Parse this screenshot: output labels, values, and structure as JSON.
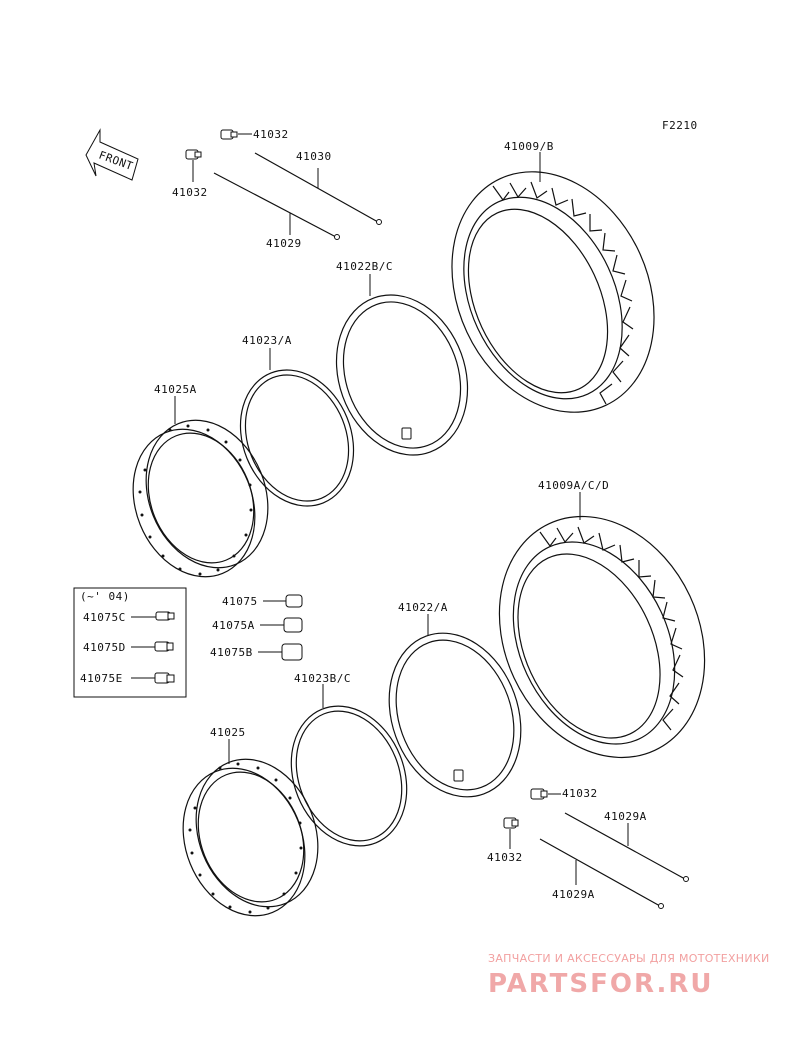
{
  "figure_code": "F2210",
  "front_arrow": {
    "label": "FRONT"
  },
  "variant_box": {
    "note": "(~' 04)",
    "items": [
      "41075C",
      "41075D",
      "41075E"
    ]
  },
  "callouts": {
    "valve_cap_upper_a": "41032",
    "valve_cap_upper_b": "41032",
    "spoke_upper_a": "41030",
    "spoke_upper_b": "41029",
    "tube_upper": "41022B/C",
    "rim_band_upper": "41023/A",
    "rim_upper": "41025A",
    "tire_upper": "41009/B",
    "tire_lower": "41009A/C/D",
    "valve_41075": "41075",
    "valve_41075a": "41075A",
    "valve_41075b": "41075B",
    "tube_lower": "41022/A",
    "rim_band_lower": "41023B/C",
    "rim_lower": "41025",
    "valve_cap_lower_a": "41032",
    "valve_cap_lower_b": "41032",
    "spoke_lower_a": "41029A",
    "spoke_lower_b": "41029A"
  },
  "watermark": {
    "line1": "ЗАПЧАСТИ И АКСЕССУАРЫ ДЛЯ МОТОТЕХНИКИ",
    "line2": "PARTSFOR.RU"
  }
}
